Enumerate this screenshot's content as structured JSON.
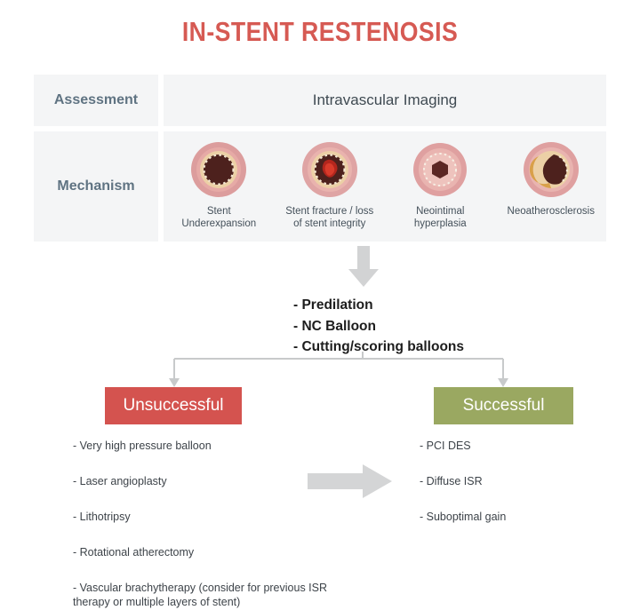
{
  "title": "IN-STENT RESTENOSIS",
  "matrix": {
    "rows": [
      {
        "label": "Assessment",
        "value": "Intravascular Imaging"
      },
      {
        "label": "Mechanism"
      }
    ],
    "mechanisms": [
      {
        "caption_line1": "Stent",
        "caption_line2": "Underexpansion",
        "icon": "vessel-cross-section-underexpansion"
      },
      {
        "caption_line1": "Stent fracture / loss",
        "caption_line2": "of stent integrity",
        "icon": "vessel-cross-section-stent-fracture"
      },
      {
        "caption_line1": "Neointimal",
        "caption_line2": "hyperplasia",
        "icon": "vessel-cross-section-neointimal-hyperplasia"
      },
      {
        "caption_line1": "Neoatherosclerosis",
        "caption_line2": "",
        "icon": "vessel-cross-section-neoatherosclerosis"
      }
    ]
  },
  "treatment_steps": [
    "- Predilation",
    "- NC Balloon",
    "- Cutting/scoring balloons"
  ],
  "outcomes": {
    "unsuccessful": {
      "label": "Unsuccessful",
      "color": "#d4534f",
      "options": [
        "- Very high pressure balloon",
        "- Laser angioplasty",
        "- Lithotripsy",
        "- Rotational atherectomy",
        "- Vascular brachytherapy (consider for previous ISR therapy or multiple layers of stent)"
      ]
    },
    "successful": {
      "label": "Successful",
      "color": "#9aa861",
      "options": [
        "- PCI DES",
        "- Diffuse ISR",
        "- Suboptimal gain"
      ]
    }
  },
  "colors": {
    "title": "#d65a53",
    "row_label": "#5f7382",
    "panel_cell": "#f4f5f6",
    "arrow_grey": "#d2d3d4",
    "connector_grey": "#c8cacb",
    "vessel_outer": "#dc9d9d",
    "vessel_media": "#e8b3ae",
    "vessel_intima": "#eccfa8",
    "vessel_lumen": "#4d211d",
    "plaque_yellow": "#d6a martin"
  }
}
